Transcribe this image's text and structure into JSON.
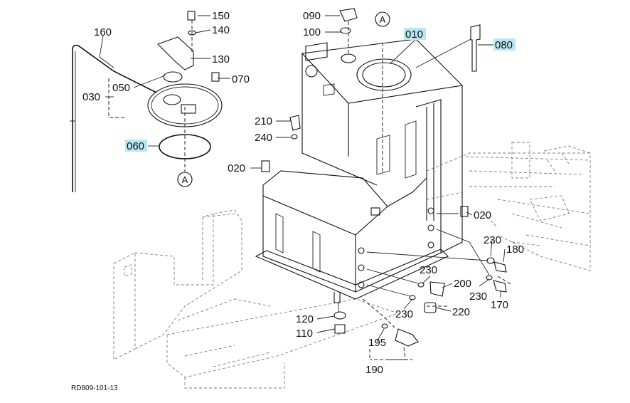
{
  "diagram": {
    "drawing_number": "RD809-101-13",
    "highlight_color": "#b9e6f2",
    "line_color": "#111111",
    "ref_marker": "A",
    "part_labels": [
      "150",
      "140",
      "130",
      "070",
      "160",
      "050",
      "030",
      "060",
      "090",
      "100",
      "010",
      "080",
      "210",
      "240",
      "020",
      "020",
      "230",
      "180",
      "230",
      "200",
      "230",
      "170",
      "230",
      "220",
      "120",
      "110",
      "195",
      "190"
    ],
    "highlighted_parts": [
      "010",
      "080",
      "060"
    ]
  }
}
